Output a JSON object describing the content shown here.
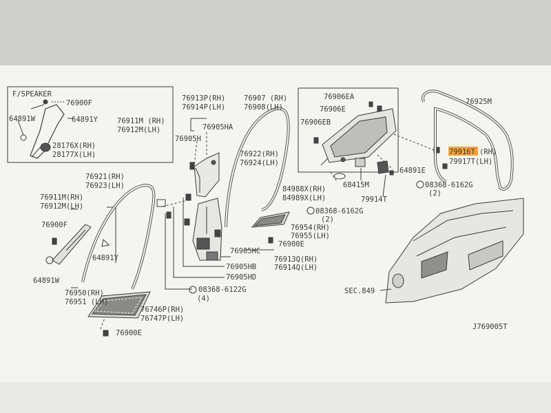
{
  "colors": {
    "paper": "#f4f4f1",
    "ink": "#3a3a3a",
    "highlight": "#f5a23a",
    "shadow": "#bdbdb8"
  },
  "inset_box": {
    "title": "F/SPEAKER"
  },
  "labels": {
    "l76900F_a": "76900F",
    "l64891W_a": "64891W",
    "l64891Y_a": "64891Y",
    "l76911M_a": "76911M (RH)",
    "l76912M_a": "76912M(LH)",
    "l28176X": "28176X(RH)",
    "l28177X": "28177X(LH)",
    "l76913P": "76913P(RH)",
    "l76914P": "76914P(LH)",
    "l76905HA": "76905HA",
    "l76905H": "76905H",
    "l76907": "76907 (RH)",
    "l76908": "76908(LH)",
    "l76922": "76922(RH)",
    "l76924": "76924(LH)",
    "l76906EA": "76906EA",
    "l76906E": "76906E",
    "l76906EB": "76906EB",
    "l76925M": "76925M",
    "l79916T": "79916T",
    "l79916T_rh": "(RH)",
    "l79917T": "79917T(LH)",
    "l64891E": "64891E",
    "l08368_6162G_a": "08368-6162G",
    "l08368_6162G_a_qty": "(2)",
    "l84988X": "84988X(RH)",
    "l84989X": "84989X(LH)",
    "l68415M": "68415M",
    "l79914T": "79914T",
    "l08368_6162G_b": "08368-6162G",
    "l08368_6162G_b_qty": "(2)",
    "l76921": "76921(RH)",
    "l76923": "76923(LH)",
    "l76911M_b": "76911M(RH)",
    "l76912M_b": "76912M(LH)",
    "l76900F_b": "76900F",
    "l64891Y_b": "64891Y",
    "l64891W_b": "64891W",
    "l76954": "76954(RH)",
    "l76955": "76955(LH)",
    "l76900E_a": "76900E",
    "l76905HC": "76905HC",
    "l76913Q": "76913Q(RH)",
    "l76914Q": "76914Q(LH)",
    "l76905HB": "76905HB",
    "l76905HD": "76905HD",
    "l08368_6122G": "08368-6122G",
    "l08368_6122G_qty": "(4)",
    "l76950": "76950(RH)",
    "l76951": "76951 (LH)",
    "l76746P": "76746P(RH)",
    "l76747P": "76747P(LH)",
    "l76900E_b": "76900E",
    "lSEC849": "SEC.849",
    "lJ769005T": "J769005T"
  }
}
